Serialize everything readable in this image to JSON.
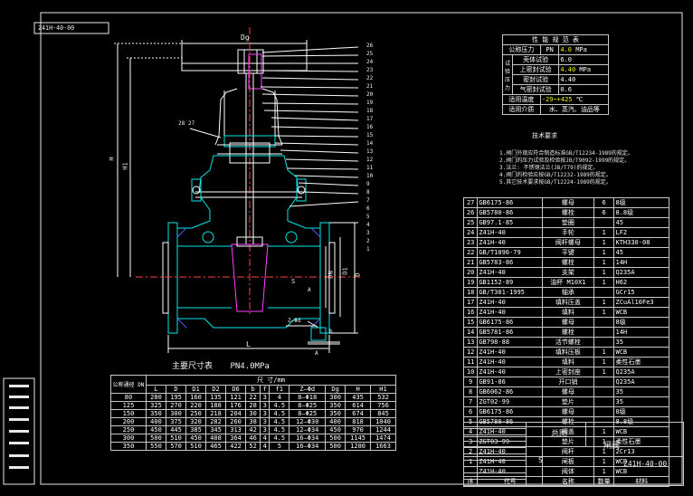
{
  "drawing": {
    "stamp_code": "Z41H-40-00",
    "title_main": "主要尺寸表",
    "title_pn": "PN4.0MPa",
    "unit_header": "尺 寸/mm",
    "dia_header": "公称通径 DN"
  },
  "labels": {
    "dg_top": "Dg",
    "h_left": "H",
    "h1_left": "H1",
    "dn": "DN",
    "d1": "D1",
    "d": "D",
    "z_hole": "Z—Φd",
    "l_bottom": "L",
    "s": "S",
    "b": "b",
    "a_mark": "A",
    "a_view": "A",
    "dim_28": "28",
    "dim_27": "27",
    "part_numbers": [
      "26",
      "25",
      "24",
      "23",
      "22",
      "21",
      "20",
      "19",
      "18",
      "17",
      "16",
      "15",
      "14",
      "13",
      "12",
      "11",
      "10",
      "9",
      "8",
      "7",
      "6",
      "5",
      "4",
      "3",
      "2",
      "1"
    ]
  },
  "performance": {
    "title": "性 能 规 范 表",
    "rows": [
      {
        "label": "公称压力",
        "sym": "PN",
        "val": "4.0",
        "unit": "MPa"
      },
      {
        "label": "壳体试验",
        "val": "6.0"
      },
      {
        "label": "上密封试验",
        "val": "4.40"
      },
      {
        "label": "密封试验",
        "val": "4.40"
      },
      {
        "label": "气密封试验",
        "val": "0.6"
      },
      {
        "label": "适用温度",
        "val": "-29~+425",
        "unit": "℃"
      },
      {
        "label": "适用介质",
        "val": "水、蒸汽、油品等"
      }
    ],
    "side_label": "试验压力",
    "mpa": "MPa"
  },
  "tech": {
    "title": "技术要求",
    "items": [
      "1.阀门外观应符合制造标准GB/T12234-1989的规定。",
      "2.阀门的压力试验及检验按JB/T9092-1999的规定。",
      "3.法兰: 不锈钢法兰(JB/T79)的规定。",
      "4.阀门的检验应按GB/T12232-1989的规定。",
      "5.其它技术要求按GB/T12224-1989的规定。"
    ]
  },
  "dimensions": {
    "headers": [
      "公称通径DN",
      "L",
      "D",
      "D1",
      "D2",
      "D6",
      "b",
      "f",
      "f1",
      "Z—Φd",
      "Dg",
      "H",
      "H1"
    ],
    "rows": [
      [
        "80",
        "280",
        "195",
        "160",
        "135",
        "121",
        "22",
        "3",
        "4",
        "8—Φ18",
        "300",
        "435",
        "532"
      ],
      [
        "125",
        "325",
        "270",
        "220",
        "188",
        "176",
        "28",
        "3",
        "4.5",
        "8—Φ25",
        "350",
        "614",
        "756"
      ],
      [
        "150",
        "350",
        "300",
        "250",
        "218",
        "204",
        "30",
        "3",
        "4.5",
        "8—Φ25",
        "350",
        "674",
        "845"
      ],
      [
        "200",
        "400",
        "375",
        "320",
        "282",
        "260",
        "38",
        "3",
        "4.5",
        "12—Φ30",
        "400",
        "818",
        "1040"
      ],
      [
        "250",
        "450",
        "445",
        "385",
        "345",
        "313",
        "42",
        "3",
        "4.5",
        "12—Φ34",
        "450",
        "970",
        "1244"
      ],
      [
        "300",
        "500",
        "510",
        "450",
        "408",
        "364",
        "46",
        "4",
        "4.5",
        "16—Φ34",
        "500",
        "1145",
        "1474"
      ],
      [
        "350",
        "550",
        "570",
        "510",
        "465",
        "422",
        "52",
        "4",
        "5",
        "16—Φ34",
        "500",
        "1280",
        "1663"
      ]
    ]
  },
  "bom": {
    "rows": [
      [
        "27",
        "GB6175-86",
        "螺母",
        "6",
        "8级"
      ],
      [
        "26",
        "GB5780-86",
        "螺栓",
        "6",
        "8.8级"
      ],
      [
        "25",
        "GB97.1-85",
        "垫圈",
        "",
        "45"
      ],
      [
        "24",
        "Z41H-40",
        "手轮",
        "1",
        "LF2"
      ],
      [
        "23",
        "Z41H-40",
        "阀杆螺母",
        "1",
        "KTH330-08"
      ],
      [
        "22",
        "GB/T1096-79",
        "平键",
        "1",
        "45"
      ],
      [
        "21",
        "GB5783-86",
        "螺栓",
        "1",
        "14H"
      ],
      [
        "20",
        "Z41H-40",
        "支架",
        "1",
        "Q235A"
      ],
      [
        "19",
        "GB1152-89",
        "油杯 M10X1",
        "1",
        "H62"
      ],
      [
        "18",
        "GB/T301-1995",
        "轴承",
        "",
        "GCr15"
      ],
      [
        "17",
        "Z41H-40",
        "填料压盖",
        "1",
        "ZCuAl10Fe3"
      ],
      [
        "16",
        "Z41H-40",
        "填料",
        "1",
        "WCB"
      ],
      [
        "15",
        "GB6175-86",
        "螺母",
        "",
        "8级"
      ],
      [
        "14",
        "GB5781-86",
        "螺栓",
        "",
        "14H"
      ],
      [
        "13",
        "GB798-88",
        "活节螺栓",
        "",
        "35"
      ],
      [
        "12",
        "Z41H-40",
        "填料压板",
        "1",
        "WCB"
      ],
      [
        "11",
        "Z41H-40",
        "填料",
        "1",
        "柔性石墨"
      ],
      [
        "10",
        "Z41H-40",
        "上密封座",
        "1",
        "Q235A"
      ],
      [
        "9",
        "GB91-86",
        "开口销",
        "",
        "Q235A"
      ],
      [
        "8",
        "GB6062-86",
        "螺母",
        "",
        "35"
      ],
      [
        "7",
        "ZGT02-99",
        "垫片",
        "",
        "35"
      ],
      [
        "6",
        "GB6175-86",
        "螺母",
        "",
        "8级"
      ],
      [
        "5",
        "GB5780-86",
        "螺栓",
        "",
        "8.8级"
      ],
      [
        "4",
        "Z41H-40",
        "阀盖",
        "1",
        "WCB"
      ],
      [
        "3",
        "ZGT03-99",
        "垫片",
        "1",
        "柔性石墨"
      ],
      [
        "2",
        "Z41H-40",
        "阀杆",
        "1",
        "2Cr13"
      ],
      [
        "1",
        "Z41H-40",
        "闸板",
        "1",
        "WCB"
      ],
      [
        "",
        "Z41H-40",
        "阀体",
        "1",
        "WCB"
      ]
    ],
    "footer": [
      "序",
      "代号",
      "名称",
      "数量",
      "材料"
    ]
  },
  "title_block": {
    "name": "闸阀",
    "total_label": "总图",
    "code": "Z41H-40-00",
    "scale_label": "S"
  },
  "colors": {
    "frame": "#e8e8e8",
    "lines": "#ffffff",
    "cyan": "#00e8e8",
    "yellow": "#f0f000",
    "green": "#10e010",
    "magenta": "#ff40ff",
    "red": "#ff4040",
    "blue": "#4060ff"
  }
}
